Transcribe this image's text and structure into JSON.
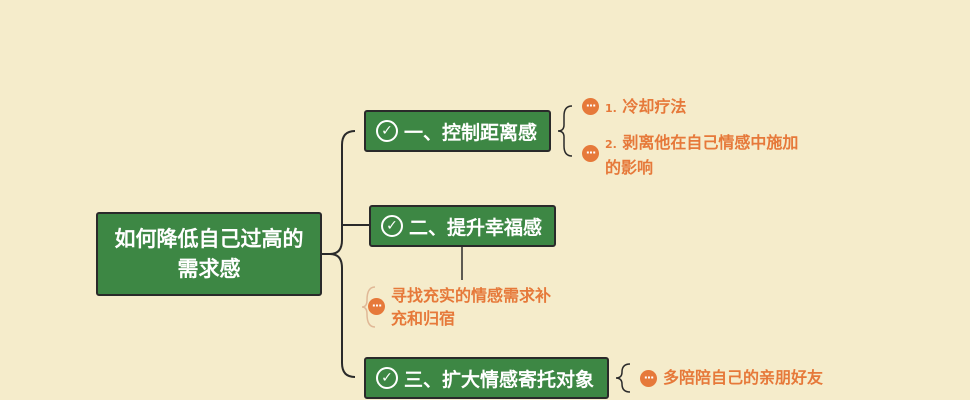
{
  "root": {
    "label": "如何降低自己过高的需求感"
  },
  "branches": [
    {
      "label": "一、控制距离感",
      "leaves": [
        {
          "number": "1.",
          "text": "冷却疗法"
        },
        {
          "number": "2.",
          "text": "剥离他在自己情感中施加的影响"
        }
      ]
    },
    {
      "label": "二、提升幸福感",
      "leaves": [
        {
          "text": "寻找充实的情感需求补充和归宿"
        }
      ]
    },
    {
      "label": "三、扩大情感寄托对象",
      "leaves": [
        {
          "text": "多陪陪自己的亲朋好友"
        }
      ]
    }
  ],
  "icons": {
    "branch_icon": "check-circle-icon",
    "leaf_icon": "ellipsis-icon"
  },
  "colors": {
    "background": "#f5eccb",
    "node_fill": "#3d8744",
    "node_border": "#2a2a2a",
    "leaf_text": "#e6793a"
  }
}
